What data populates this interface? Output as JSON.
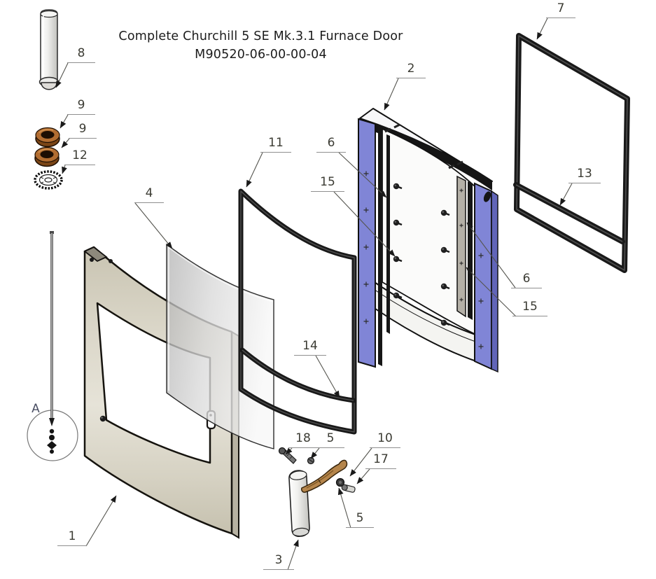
{
  "title": {
    "line1": "Complete Churchill 5 SE Mk.3.1 Furnace Door",
    "line2": "M90520-06-00-00-04"
  },
  "detail": {
    "label": "A"
  },
  "callouts": {
    "c8": {
      "label": "8"
    },
    "c9a": {
      "label": "9"
    },
    "c9b": {
      "label": "9"
    },
    "c12": {
      "label": "12"
    },
    "c4": {
      "label": "4"
    },
    "c11": {
      "label": "11"
    },
    "c2": {
      "label": "2"
    },
    "c7": {
      "label": "7"
    },
    "c6_left": {
      "label": "6"
    },
    "c15_left": {
      "label": "15"
    },
    "c13": {
      "label": "13"
    },
    "c6_right": {
      "label": "6"
    },
    "c15_right": {
      "label": "15"
    },
    "c14": {
      "label": "14"
    },
    "c18": {
      "label": "18"
    },
    "c5_upper": {
      "label": "5"
    },
    "c10": {
      "label": "10"
    },
    "c17": {
      "label": "17"
    },
    "c5_lower": {
      "label": "5"
    },
    "c1": {
      "label": "1"
    },
    "c3": {
      "label": "3"
    }
  },
  "colors": {
    "rail_purple": "#8085d6",
    "rail_purple_dark": "#6165b8",
    "panel_beige": "#dcd8ca",
    "rope_black": "#191919",
    "brass": "#b5854b",
    "copper": "#b26d31",
    "leader_gray": "#55554f"
  }
}
